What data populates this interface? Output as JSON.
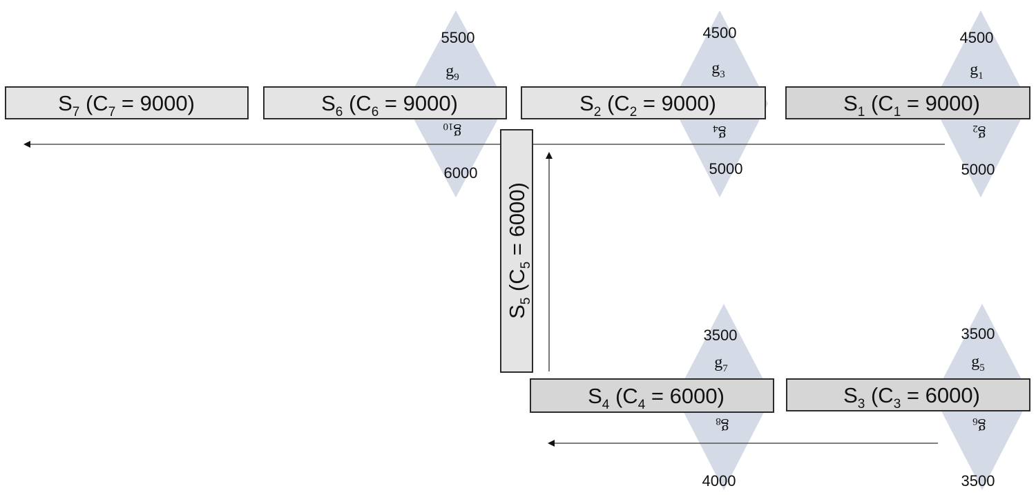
{
  "segments": [
    {
      "id": "s7",
      "name": "S",
      "sub": "7",
      "cap_name": "C",
      "cap_sub": "7",
      "capacity": "9000"
    },
    {
      "id": "s6",
      "name": "S",
      "sub": "6",
      "cap_name": "C",
      "cap_sub": "6",
      "capacity": "9000"
    },
    {
      "id": "s2",
      "name": "S",
      "sub": "2",
      "cap_name": "C",
      "cap_sub": "2",
      "capacity": "9000"
    },
    {
      "id": "s1",
      "name": "S",
      "sub": "1",
      "cap_name": "C",
      "cap_sub": "1",
      "capacity": "9000"
    },
    {
      "id": "s5",
      "name": "S",
      "sub": "5",
      "cap_name": "C",
      "cap_sub": "5",
      "capacity": "6000"
    },
    {
      "id": "s4",
      "name": "S",
      "sub": "4",
      "cap_name": "C",
      "cap_sub": "4",
      "capacity": "6000"
    },
    {
      "id": "s3",
      "name": "S",
      "sub": "3",
      "cap_name": "C",
      "cap_sub": "3",
      "capacity": "6000"
    }
  ],
  "gates": [
    {
      "id": "g9",
      "name": "g",
      "sub": "9",
      "value": "5500"
    },
    {
      "id": "g10",
      "name": "g",
      "sub": "10",
      "value": "6000"
    },
    {
      "id": "g3",
      "name": "g",
      "sub": "3",
      "value": "4500"
    },
    {
      "id": "g4",
      "name": "g",
      "sub": "4",
      "value": "5000"
    },
    {
      "id": "g1",
      "name": "g",
      "sub": "1",
      "value": "4500"
    },
    {
      "id": "g2",
      "name": "g",
      "sub": "2",
      "value": "5000"
    },
    {
      "id": "g7",
      "name": "g",
      "sub": "7",
      "value": "3500"
    },
    {
      "id": "g8",
      "name": "g",
      "sub": "8",
      "value": "4000"
    },
    {
      "id": "g5",
      "name": "g",
      "sub": "5",
      "value": "3500"
    },
    {
      "id": "g6",
      "name": "g",
      "sub": "6",
      "value": "3500"
    }
  ],
  "colors": {
    "segment_fill_light": "#e4e4e4",
    "segment_fill_dark": "#d6d6d6",
    "diamond_fill": "#d4dae6",
    "line": "#555555"
  }
}
